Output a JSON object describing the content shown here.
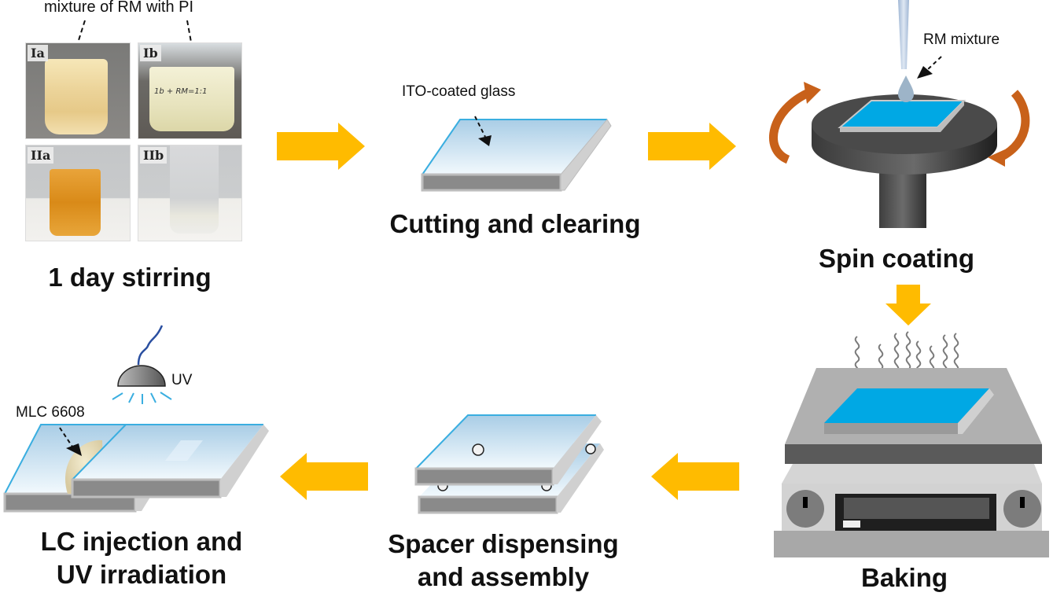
{
  "steps": [
    {
      "id": "stirring",
      "label": "1 day stirring",
      "annotation": "mixture of RM with PI",
      "photos": [
        {
          "tag": "Ia",
          "description": "yellowish liquid in beaker"
        },
        {
          "tag": "Ib",
          "description": "pale liquid in labeled beaker"
        },
        {
          "tag": "IIa",
          "description": "amber liquid in vial"
        },
        {
          "tag": "IIb",
          "description": "clear liquid in vial"
        }
      ]
    },
    {
      "id": "cutting",
      "label": "Cutting and clearing",
      "annotation": "ITO-coated glass"
    },
    {
      "id": "spin",
      "label": "Spin coating",
      "annotation": "RM mixture"
    },
    {
      "id": "baking",
      "label": "Baking"
    },
    {
      "id": "spacer",
      "label_line1": "Spacer dispensing",
      "label_line2": "and assembly"
    },
    {
      "id": "lc",
      "label_line1": "LC injection and",
      "label_line2": "UV irradiation",
      "annotation_lc": "MLC 6608",
      "annotation_uv": "UV"
    }
  ],
  "flow": [
    "stirring",
    "cutting",
    "spin",
    "baking",
    "spacer",
    "lc"
  ],
  "colors": {
    "arrow": "#FFBB00",
    "rotation_arrow": "#C8611A",
    "ito_edge": "#3AAEE0",
    "coating_blue": "#00A8E4",
    "glass_side": "#8A8A8A"
  }
}
